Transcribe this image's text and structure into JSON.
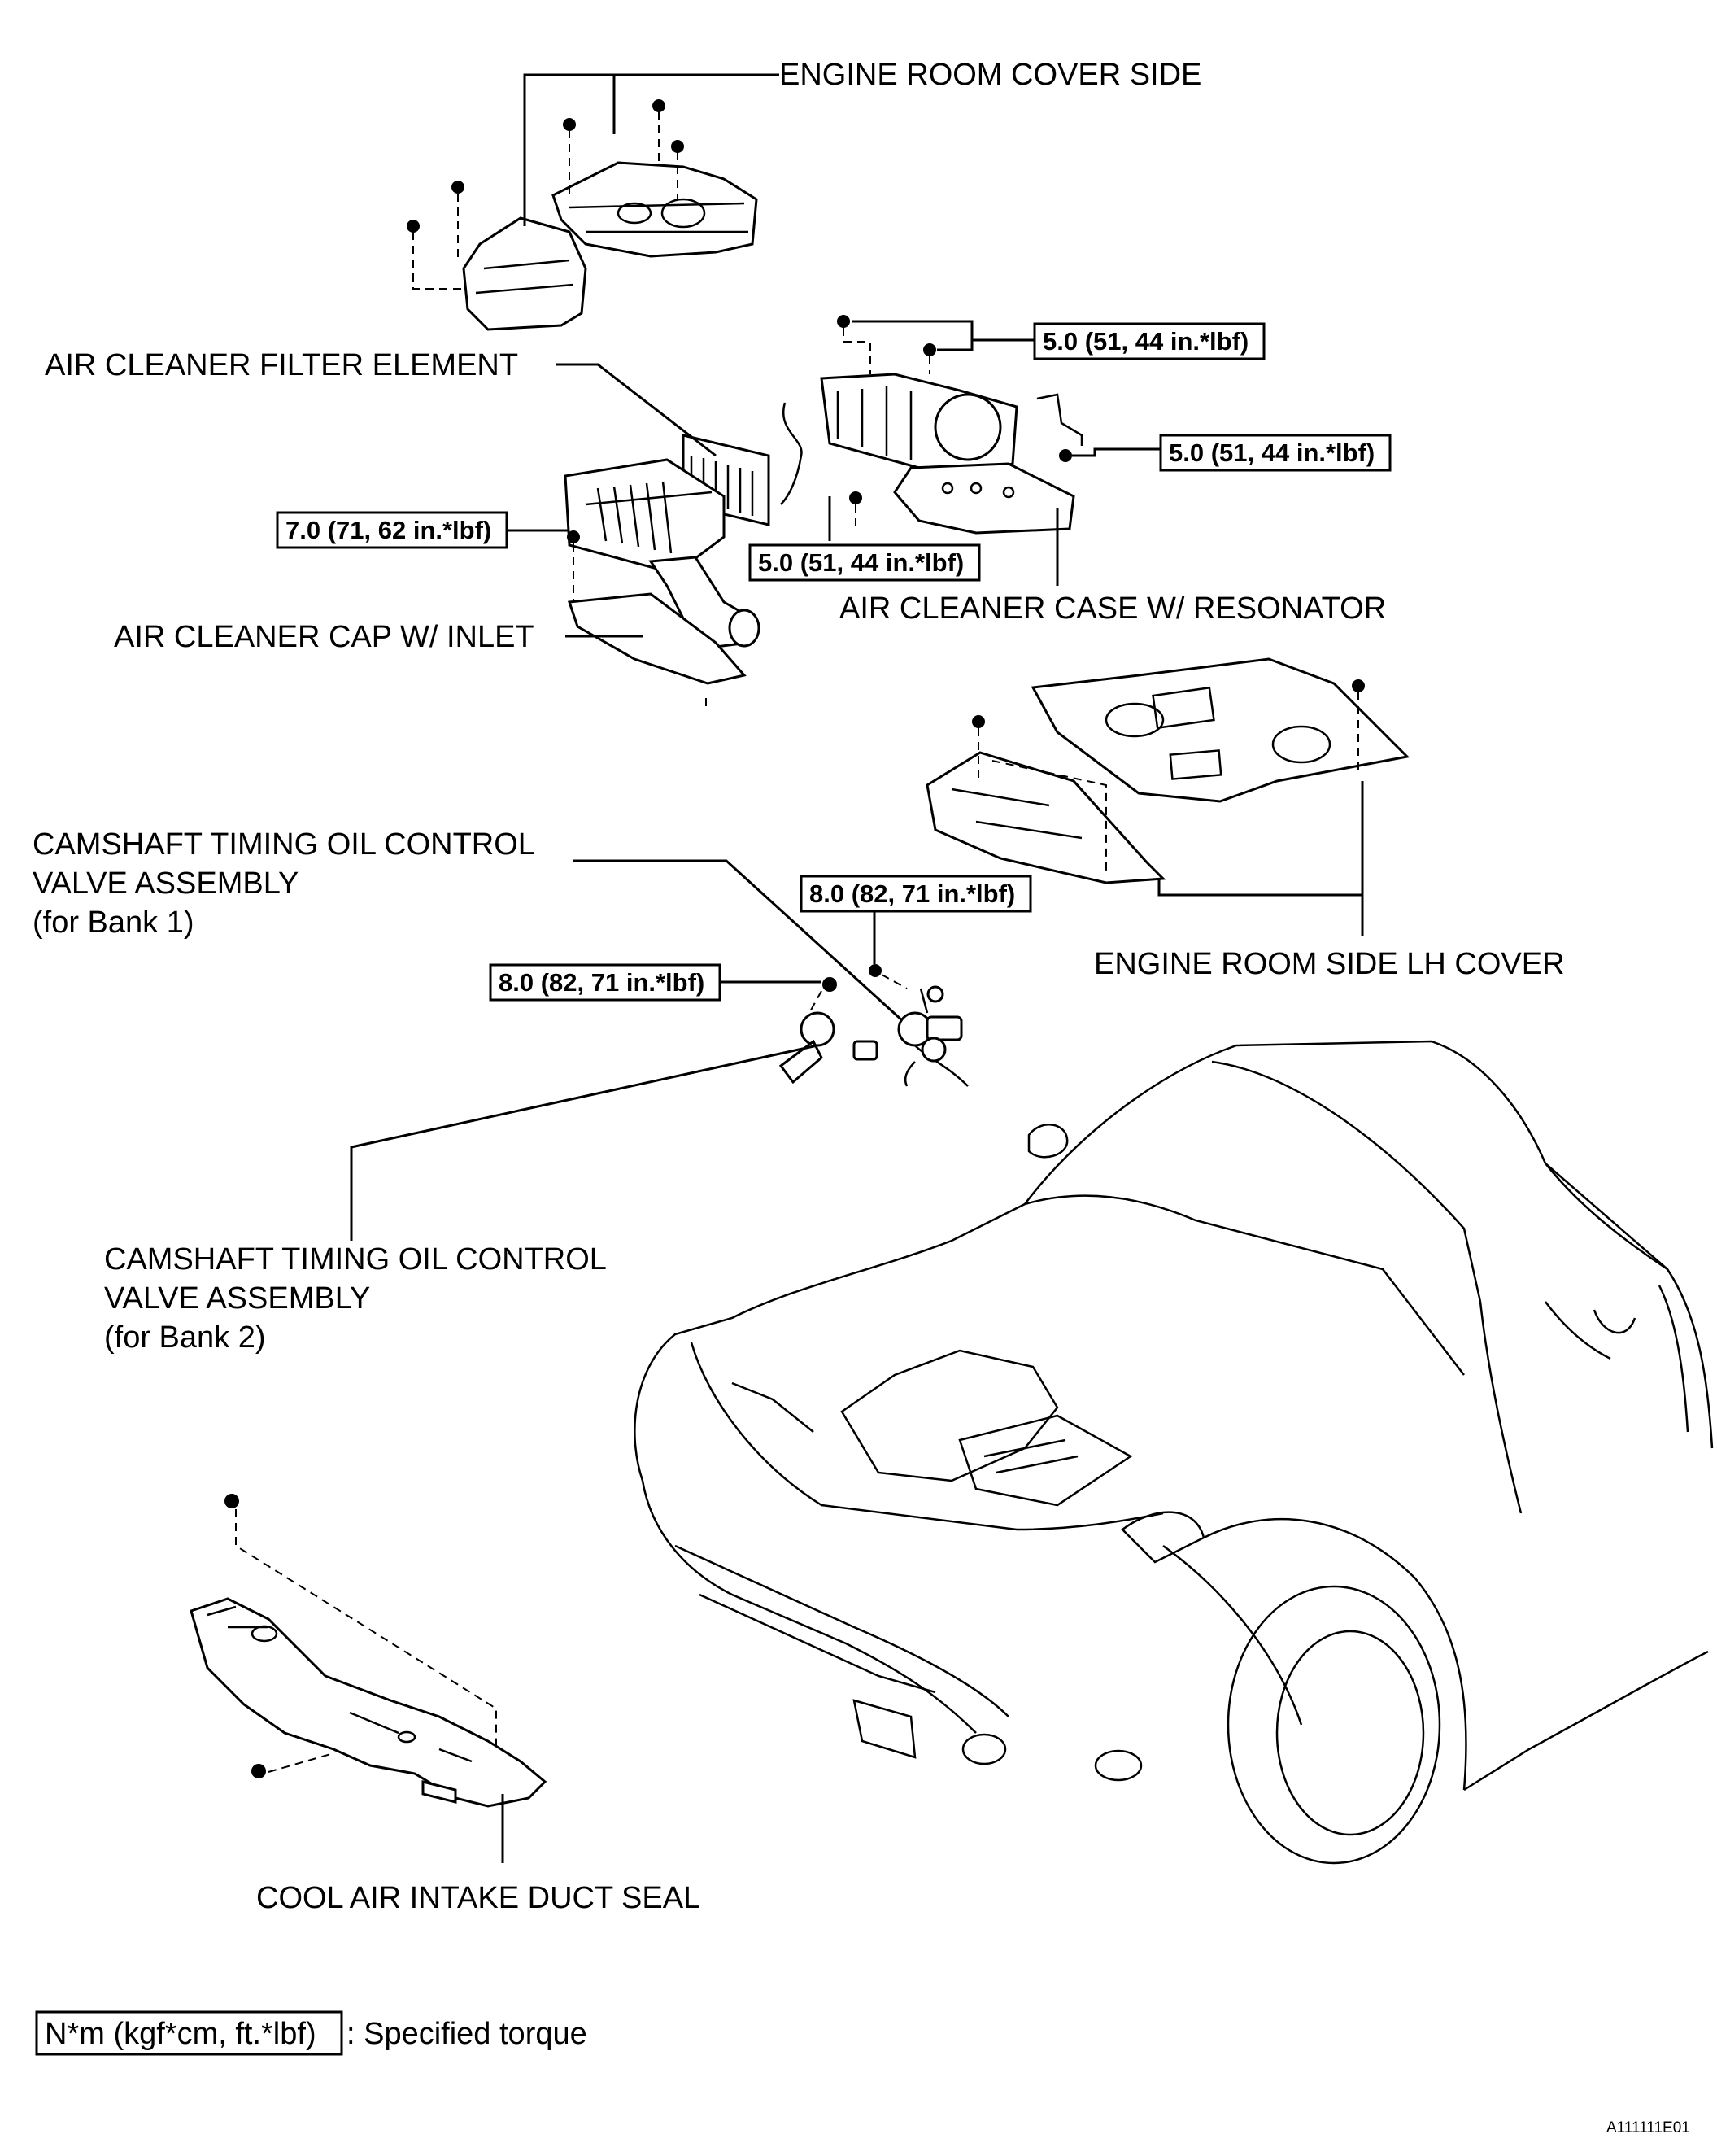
{
  "labels": {
    "engine_room_cover_side": "ENGINE ROOM COVER SIDE",
    "air_cleaner_filter_element": "AIR CLEANER FILTER ELEMENT",
    "air_cleaner_cap": "AIR CLEANER CAP W/ INLET",
    "air_cleaner_case": "AIR CLEANER CASE W/ RESONATOR",
    "engine_room_side_lh_cover": "ENGINE ROOM SIDE LH COVER",
    "camshaft_bank1": [
      "CAMSHAFT TIMING OIL CONTROL",
      "VALVE ASSEMBLY",
      "(for Bank 1)"
    ],
    "camshaft_bank2": [
      "CAMSHAFT TIMING OIL CONTROL",
      "VALVE ASSEMBLY",
      "(for Bank 2)"
    ],
    "cool_air_intake_duct_seal": "COOL AIR INTAKE DUCT SEAL"
  },
  "torques": {
    "case_top": "5.0 (51, 44 in.*lbf)",
    "case_right": "5.0 (51, 44 in.*lbf)",
    "case_bottom": "5.0 (51, 44 in.*lbf)",
    "cap": "7.0 (71, 62 in.*lbf)",
    "ocv_bank1": "8.0 (82, 71 in.*lbf)",
    "ocv_bank2": "8.0 (82, 71 in.*lbf)"
  },
  "legend": {
    "unit": "N*m (kgf*cm, ft.*lbf)",
    "meaning": ": Specified torque"
  },
  "figure_code": "A111111E01"
}
